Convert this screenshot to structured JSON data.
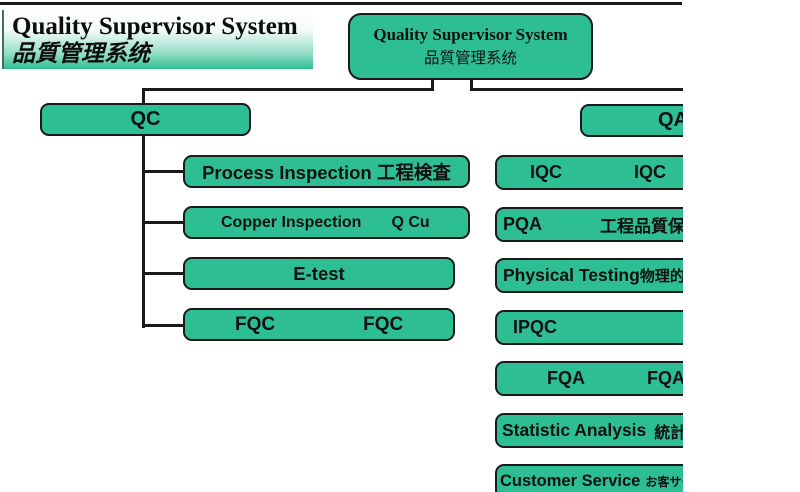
{
  "banner": {
    "title": "Quality Supervisor System",
    "subtitle": "品質管理系统"
  },
  "root_box": {
    "title": "Quality Supervisor System",
    "subtitle": "品質管理系统"
  },
  "left_branch": {
    "label": "QC",
    "children": [
      {
        "en": "Process Inspection 工程検査",
        "code": ""
      },
      {
        "en": "Copper Inspection",
        "code": "Q Cu"
      },
      {
        "en": "E-test",
        "code": ""
      },
      {
        "en": "FQC",
        "code": "FQC"
      }
    ]
  },
  "right_branch": {
    "label": "QA",
    "children": [
      {
        "en": "IQC",
        "code": "IQC"
      },
      {
        "en": "PQA",
        "code": "工程品質保証"
      },
      {
        "en": "Physical Testing",
        "code": "物理的試験"
      },
      {
        "en": "IPQC",
        "code": ""
      },
      {
        "en": "FQA",
        "code": "FQA"
      },
      {
        "en": "Statistic Analysis",
        "code": "統計分析"
      },
      {
        "en": "Customer Service",
        "code": "お客サービス"
      }
    ]
  },
  "colors": {
    "box_green": "#2EBE93",
    "line_black": "#1a1a1a"
  }
}
